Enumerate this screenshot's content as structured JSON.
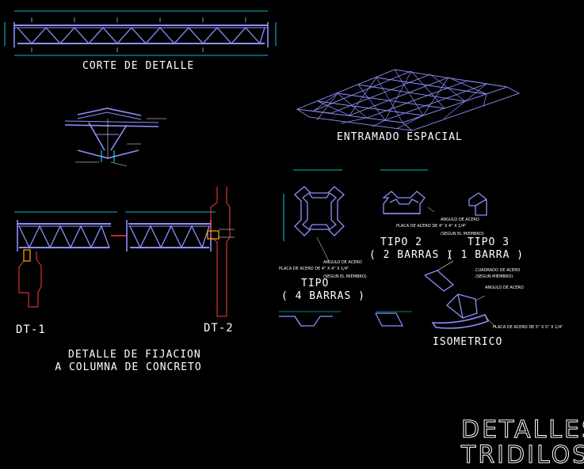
{
  "colors": {
    "background": "#000000",
    "frame": "#7f7fff",
    "dimension": "#00ffff",
    "label": "#ffffff",
    "concrete": "#ff3b3b",
    "highlight": "#ffaa00"
  },
  "views": {
    "corte": {
      "title": "CORTE DE DETALLE"
    },
    "entramado": {
      "title": "ENTRAMADO ESPACIAL"
    },
    "fijacion": {
      "title_line1": "DETALLE DE FIJACION",
      "title_line2": "A COLUMNA DE CONCRETO",
      "dt1": "DT-1",
      "dt2": "DT-2"
    },
    "tipo1": {
      "title": "TIPO",
      "subtitle": "( 4 BARRAS )",
      "note1": "ANGULO DE ACERO",
      "note2": "PLACA DE ACERO DE 4\" X 4\" X 1/4\"",
      "note3": "(SEGUN EL MIEMBRO)"
    },
    "tipo2": {
      "title": "TIPO 2",
      "subtitle": "( 2 BARRAS )",
      "note1": "PLACA DE ACERO DE 4\" X 4\" X 1/4\"",
      "note2": "(SEGUN EL MIEMBRO)"
    },
    "tipo3": {
      "title": "TIPO 3",
      "subtitle": "( 1 BARRA )",
      "note1": "ANGULO DE ACERO"
    },
    "isometrico": {
      "title": "ISOMETRICO",
      "note1": "CUADRADO DE ACERO",
      "note2": "(SEGUN MIEMBRO)",
      "note3": "ANGULO DE ACERO",
      "note4": "PLACA DE ACERO DE 5\" X 5\" X 1/4\""
    }
  },
  "sheet": {
    "title_line1": "DETALLES",
    "title_line2": "TRIDILOSA"
  }
}
